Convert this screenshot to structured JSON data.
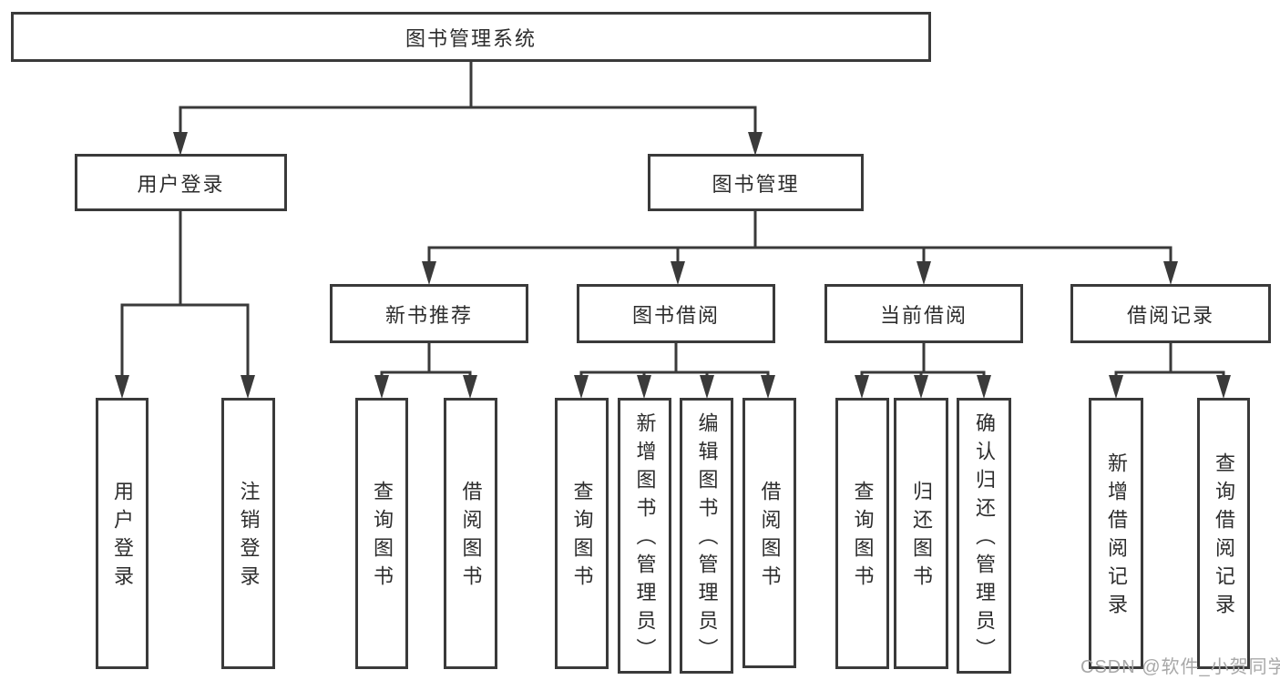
{
  "colors": {
    "line": "#3a3a3a",
    "text": "#2d2d2d",
    "watermark": "#a8a8a8",
    "background": "#ffffff"
  },
  "watermark": "CSDN @软件_小贺同学",
  "tree": {
    "root": {
      "label": "图书管理系统"
    },
    "branches": [
      {
        "label": "用户登录",
        "children": [
          {
            "label": "用户登录"
          },
          {
            "label": "注销登录"
          }
        ]
      },
      {
        "label": "图书管理",
        "children": [
          {
            "label": "新书推荐",
            "children": [
              {
                "label": "查询图书"
              },
              {
                "label": "借阅图书"
              }
            ]
          },
          {
            "label": "图书借阅",
            "children": [
              {
                "label": "查询图书"
              },
              {
                "label": "新增图书（管理员）"
              },
              {
                "label": "编辑图书（管理员）"
              },
              {
                "label": "借阅图书"
              }
            ]
          },
          {
            "label": "当前借阅",
            "children": [
              {
                "label": "查询图书"
              },
              {
                "label": "归还图书"
              },
              {
                "label": "确认归还（管理员）"
              }
            ]
          },
          {
            "label": "借阅记录",
            "children": [
              {
                "label": "新增借阅记录"
              },
              {
                "label": "查询借阅记录"
              }
            ]
          }
        ]
      }
    ]
  }
}
